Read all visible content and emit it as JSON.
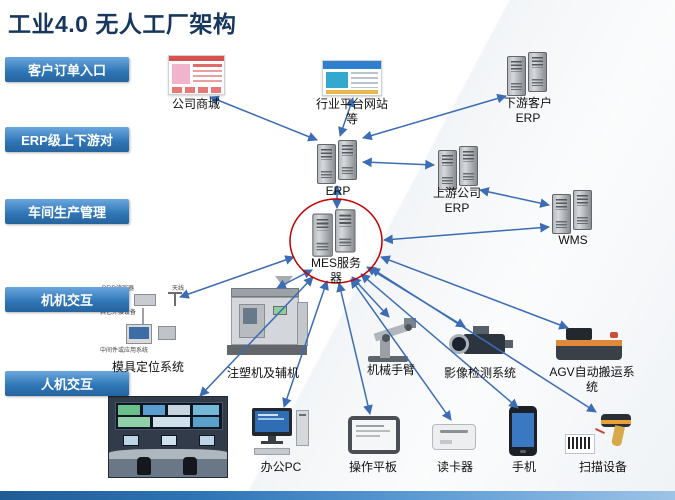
{
  "title": "工业4.0 无人工厂架构",
  "colors": {
    "title": "#17375e",
    "ribbon_blue": "#2e75b6",
    "arrow_blue": "#3b6cb4",
    "mes_highlight": "#c00000"
  },
  "ribbons": [
    {
      "label": "客户订单入口"
    },
    {
      "label": "ERP级上下游对"
    },
    {
      "label": "车间生产管理"
    },
    {
      "label": "机机交互"
    },
    {
      "label": "人机交互"
    }
  ],
  "nodes": {
    "mall": {
      "label": "公司商城"
    },
    "platform": {
      "label": "行业平台网站等"
    },
    "downstream_erp": {
      "label": "下游客户ERP"
    },
    "erp": {
      "label": "ERP"
    },
    "upstream_erp": {
      "label": "上游公司ERP"
    },
    "wms": {
      "label": "WMS"
    },
    "mes": {
      "label": "MES服务器"
    },
    "mold_system": {
      "label": "模具定位系统",
      "sublabels": [
        "RFID读写器",
        "天线",
        "其它外接设备",
        "中间件或应用系统"
      ]
    },
    "injection": {
      "label": "注塑机及辅机"
    },
    "robot_arm": {
      "label": "机械手臂"
    },
    "vision": {
      "label": "影像检测系统"
    },
    "agv": {
      "label": "AGV自动搬运系统"
    },
    "office_pc": {
      "label": "办公PC"
    },
    "tablet": {
      "label": "操作平板"
    },
    "card_reader": {
      "label": "读卡器"
    },
    "phone": {
      "label": "手机"
    },
    "scanner": {
      "label": "扫描设备"
    }
  }
}
